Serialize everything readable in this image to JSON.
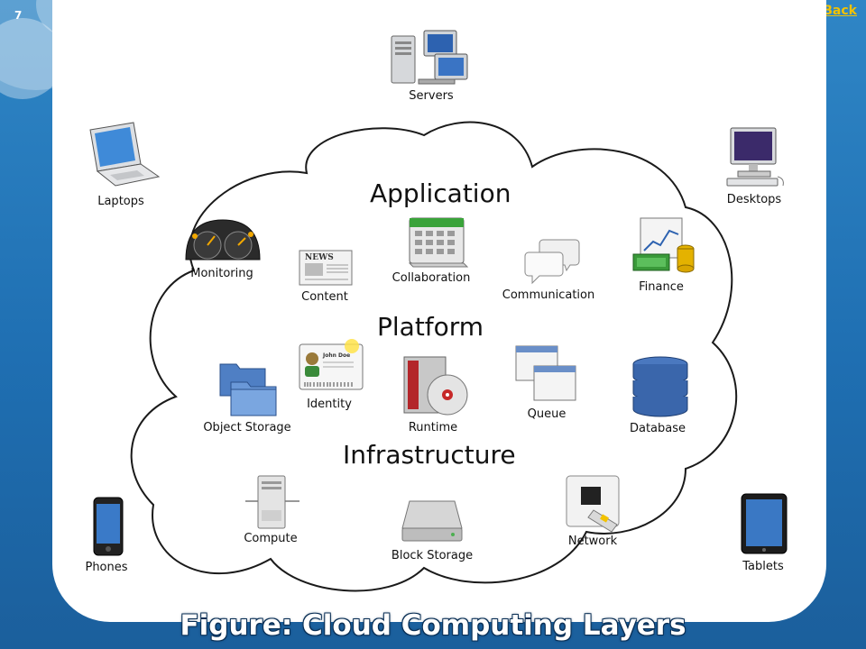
{
  "slide": {
    "number": "7",
    "back_label": "Back"
  },
  "caption": "Figure: Cloud Computing Layers",
  "layers": {
    "application": "Application",
    "platform": "Platform",
    "infrastructure": "Infrastructure"
  },
  "devices": {
    "servers": "Servers",
    "laptops": "Laptops",
    "desktops": "Desktops",
    "phones": "Phones",
    "tablets": "Tablets"
  },
  "application_items": {
    "monitoring": "Monitoring",
    "content": "Content",
    "collaboration": "Collaboration",
    "communication": "Communication",
    "finance": "Finance"
  },
  "platform_items": {
    "object_storage": "Object Storage",
    "identity": "Identity",
    "runtime": "Runtime",
    "queue": "Queue",
    "database": "Database",
    "identity_card_name": "John Doe"
  },
  "infrastructure_items": {
    "compute": "Compute",
    "block_storage": "Block Storage",
    "network": "Network"
  },
  "icon_glyphs": {
    "content_newspaper_masthead": "NEWS"
  }
}
